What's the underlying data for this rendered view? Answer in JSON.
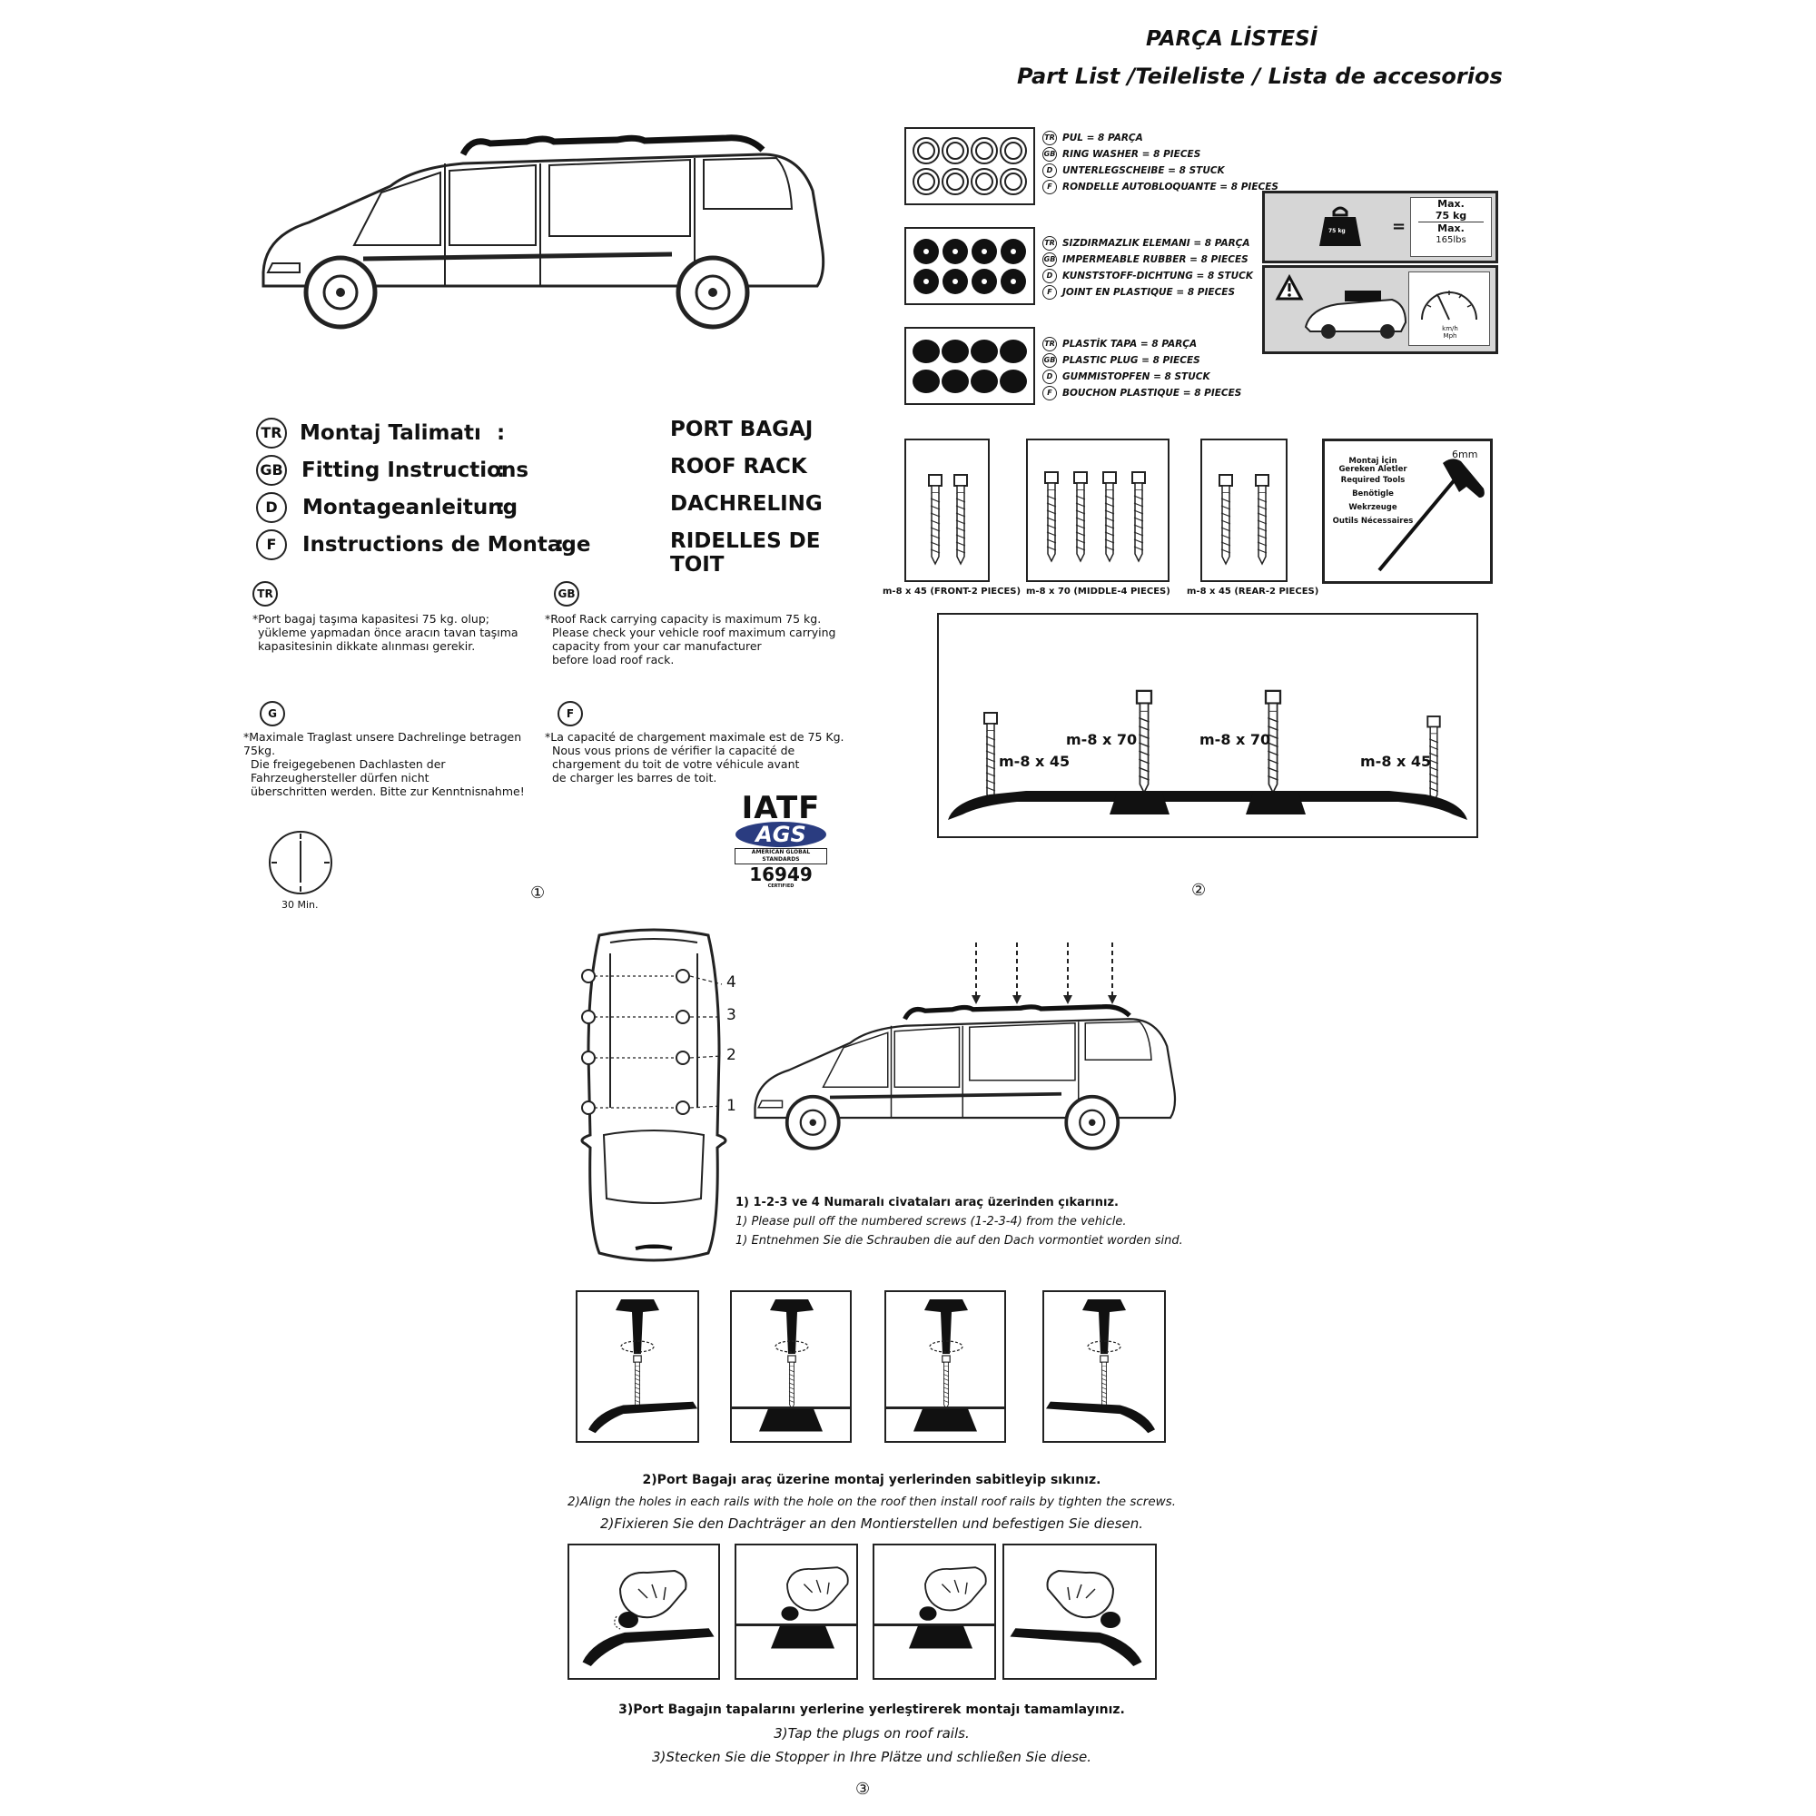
{
  "title": {
    "line1": "PARÇA LİSTESİ",
    "line2": "Part List  /Teileliste / Lista de accesorios"
  },
  "instructions": [
    {
      "badge": "TR",
      "label": "Montaj Talimatı",
      "colon": ":",
      "value": "PORT BAGAJ"
    },
    {
      "badge": "GB",
      "label": "Fitting Instructions",
      "colon": ":",
      "value": "ROOF RACK"
    },
    {
      "badge": "D",
      "label": "Montageanleitung",
      "colon": ":",
      "value": "DACHRELING"
    },
    {
      "badge": "F",
      "label": "Instructions de Montage",
      "colon": ":",
      "value": "RIDELLES DE TOIT"
    }
  ],
  "notes": {
    "tr": {
      "badge": "TR",
      "lines": [
        "*Port bagaj taşıma kapasitesi 75 kg. olup;",
        "yükleme yapmadan önce aracın tavan taşıma",
        "kapasitesinin dikkate alınması gerekir."
      ]
    },
    "gb": {
      "badge": "GB",
      "lines": [
        "*Roof Rack carrying capacity is maximum 75 kg.",
        "Please check your vehicle roof maximum carrying",
        "capacity from your car manufacturer",
        "before load roof rack."
      ]
    },
    "g": {
      "badge": "G",
      "lines": [
        "*Maximale Traglast unsere Dachrelinge betragen 75kg.",
        "Die freigegebenen Dachlasten der",
        "Fahrzeughersteller dürfen nicht",
        "überschritten werden. Bitte zur Kenntnisnahme!"
      ]
    },
    "f": {
      "badge": "F",
      "lines": [
        "*La capacité de chargement maximale est de 75 Kg.",
        "Nous vous prions de vérifier la capacité de",
        "chargement du toit de votre véhicule avant",
        "de charger les barres de toit."
      ]
    }
  },
  "time": "30 Min.",
  "logo": {
    "line1": "IATF",
    "line2": "AGS",
    "line3": "AMERICAN GLOBAL STANDARDS",
    "line4": "16949",
    "line5": "CERTIFIED"
  },
  "page_numbers": {
    "p1": "①",
    "p2": "②",
    "p3": "③"
  },
  "parts": [
    {
      "lines": [
        {
          "badge": "TR",
          "text": "PUL = 8 PARÇA"
        },
        {
          "badge": "GB",
          "text": "RING WASHER = 8 PIECES"
        },
        {
          "badge": "D",
          "text": "UNTERLEGSCHEIBE = 8 STUCK"
        },
        {
          "badge": "F",
          "text": "RONDELLE AUTOBLOQUANTE = 8 PIECES"
        }
      ]
    },
    {
      "lines": [
        {
          "badge": "TR",
          "text": "SIZDIRMAZLIK ELEMANI = 8 PARÇA"
        },
        {
          "badge": "GB",
          "text": "IMPERMEABLE RUBBER = 8 PIECES"
        },
        {
          "badge": "D",
          "text": "KUNSTSTOFF-DICHTUNG = 8  STUCK"
        },
        {
          "badge": "F",
          "text": "JOINT EN PLASTIQUE  = 8 PIECES"
        }
      ]
    },
    {
      "lines": [
        {
          "badge": "TR",
          "text": "PLASTİK TAPA   = 8 PARÇA"
        },
        {
          "badge": "GB",
          "text": "PLASTIC PLUG   = 8 PIECES"
        },
        {
          "badge": "D",
          "text": "GUMMISTOPFEN   = 8 STUCK"
        },
        {
          "badge": "F",
          "text": "BOUCHON PLASTIQUE  = 8 PIECES"
        }
      ]
    }
  ],
  "load": {
    "max1": "Max.",
    "kg": "75 kg",
    "max2": "Max.",
    "lbs": "165lbs",
    "weight": "75 kg",
    "speed": "km/h Mph"
  },
  "screws": [
    {
      "caption": "m-8 x 45 (FRONT-2 PIECES)"
    },
    {
      "caption": "m-8 x 70 (MIDDLE-4 PIECES)"
    },
    {
      "caption": "m-8 x 45 (REAR-2 PIECES)"
    }
  ],
  "tools": {
    "lines": [
      "Montaj İçin",
      "Gereken Aletler",
      "Required Tools",
      "Benötigle Wekrzeuge",
      "Outils Nécessaires"
    ],
    "size": "6mm"
  },
  "rail_labels": [
    "m-8 x 45",
    "m-8 x 70",
    "m-8 x 70",
    "m-8 x 45"
  ],
  "hole_numbers": [
    "4",
    "3",
    "2",
    "1"
  ],
  "step1": [
    "1) 1-2-3 ve 4 Numaralı civataları araç üzerinden çıkarınız.",
    "1) Please pull off the numbered screws (1-2-3-4) from the vehicle.",
    "1) Entnehmen Sie die Schrauben die auf den Dach vormontiet worden sind."
  ],
  "step2": [
    "2)Port Bagajı araç üzerine montaj yerlerinden sabitleyip sıkınız.",
    "2)Align the holes in each rails with the hole on the roof then install roof rails by tighten the screws.",
    "2)Fixieren Sie den Dachträger an den Montierstellen und befestigen Sie diesen."
  ],
  "step3": [
    "3)Port Bagajın tapalarını yerlerine yerleştirerek montajı tamamlayınız.",
    "3)Tap the plugs on roof rails.",
    "3)Stecken Sie die Stopper in Ihre Plätze und schließen Sie diese."
  ]
}
